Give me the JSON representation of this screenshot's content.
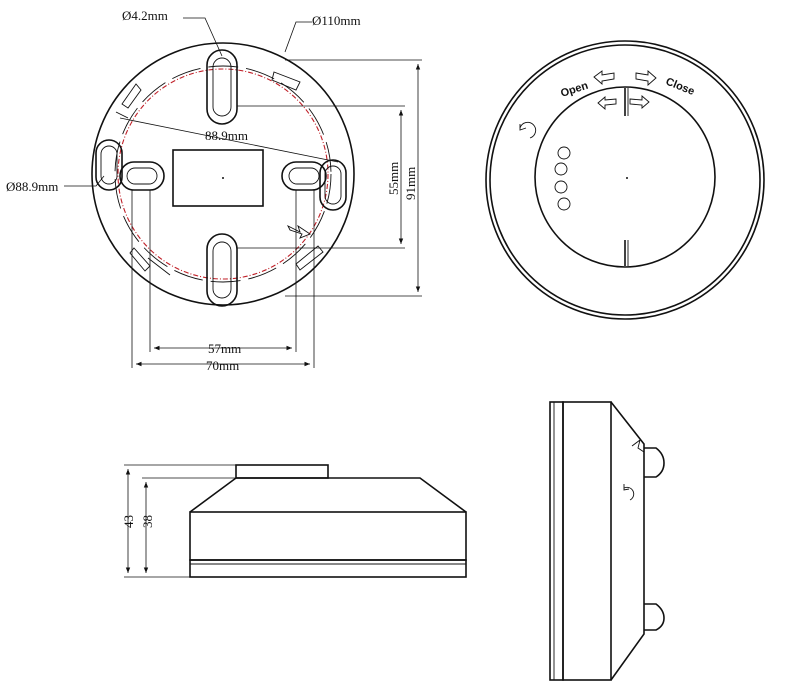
{
  "base_view": {
    "slot_diameter": "Ø4.2mm",
    "outer_diameter": "Ø110mm",
    "hole_spacing": "88.9mm",
    "mount_circle": "Ø88.9mm",
    "height_inner": "55mm",
    "height_outer": "91mm",
    "width_inner": "57mm",
    "width_outer": "70mm"
  },
  "top_view": {
    "open_label": "Open",
    "close_label": "Close",
    "indicator_count": 4
  },
  "side_view": {
    "height_total": "43",
    "height_body": "38"
  },
  "icons": {
    "rotate": "rotate-icon",
    "arrow_left": "arrow-left-icon",
    "arrow_right": "arrow-right-icon"
  }
}
